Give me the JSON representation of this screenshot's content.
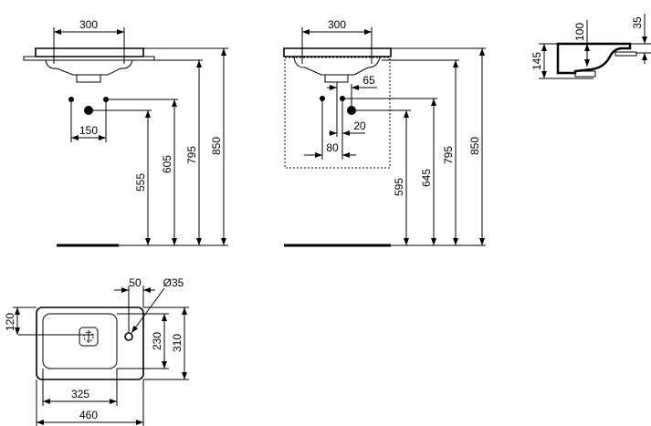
{
  "front_view_wall": {
    "tap_center_width": "300",
    "waste_spacing": "150",
    "heights": {
      "waste": "555",
      "supply": "605",
      "bracket": "795",
      "rim": "850"
    }
  },
  "front_view_pedestal": {
    "tap_center_width": "300",
    "waste_offset": "65",
    "supply_offset": "20",
    "supply_spacing": "80",
    "heights": {
      "waste": "595",
      "supply": "645",
      "bracket": "795",
      "rim": "850"
    }
  },
  "side_section": {
    "total_depth": "145",
    "bowl_depth": "100",
    "rim_thickness": "35"
  },
  "top_view": {
    "tap_hole_offset": "50",
    "tap_hole_diameter": "Ø35",
    "drain_offset": "120",
    "bowl_depth": "230",
    "overall_depth": "310",
    "bowl_width": "325",
    "overall_width": "460"
  }
}
